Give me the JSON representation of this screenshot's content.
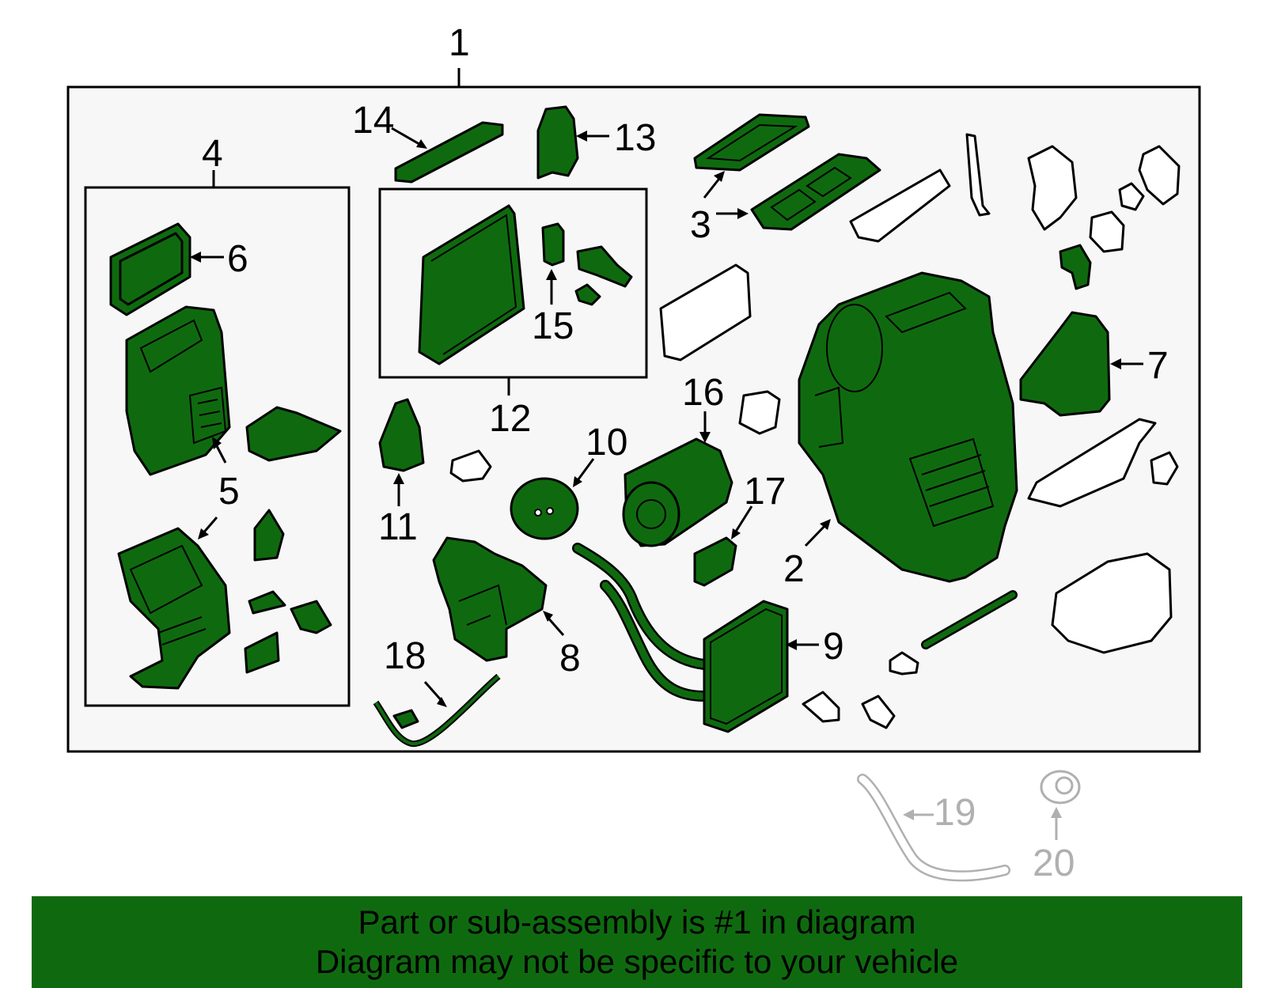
{
  "diagram": {
    "callouts": {
      "c1": "1",
      "c2": "2",
      "c3": "3",
      "c4": "4",
      "c5a": "5",
      "c5b": "5",
      "c6": "6",
      "c7": "7",
      "c8": "8",
      "c9": "9",
      "c10": "10",
      "c11": "11",
      "c12": "12",
      "c13": "13",
      "c14": "14",
      "c15": "15",
      "c16": "16",
      "c17": "17",
      "c18": "18",
      "c19": "19",
      "c20": "20"
    },
    "colors": {
      "part_fill": "#0f6a0f",
      "inactive_part": "#b0b0b0",
      "panel_bg": "#f7f7f7"
    }
  },
  "banner": {
    "line1": "Part or sub-assembly is #1 in diagram",
    "line2": "Diagram may not be specific to your vehicle"
  }
}
